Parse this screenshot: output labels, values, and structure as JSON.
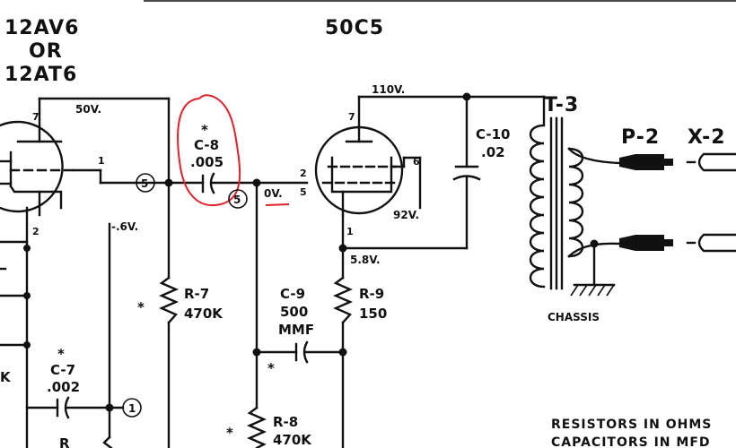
{
  "tubes": {
    "left_line1": "12AV6",
    "left_or": "OR",
    "left_line2": "12AT6",
    "right": "50C5"
  },
  "voltages": {
    "v50": "50V.",
    "vneg06": "-.6V.",
    "v110": "110V.",
    "v92": "92V.",
    "v58": "5.8V.",
    "v0": "0V."
  },
  "pins": {
    "l7": "7",
    "l1": "1",
    "l2": "2",
    "r7": "7",
    "r2": "2",
    "r5": "5",
    "r6": "6",
    "r1": "1"
  },
  "components": {
    "c8_star": "*",
    "c8_name": "C-8",
    "c8_value": ".005",
    "c10_name": "C-10",
    "c10_value": ".02",
    "r7_star": "*",
    "r7_name": "R-7",
    "r7_value": "470K",
    "c9_name": "C-9",
    "c9_value1": "500",
    "c9_value2": "MMF",
    "c9_star": "*",
    "r9_name": "R-9",
    "r9_value": "150",
    "c7_star": "*",
    "c7_name": "C-7",
    "c7_value": ".002",
    "r8_star": "*",
    "r8_name": "R-8",
    "r8_value": "470K",
    "left_k": "K"
  },
  "transformer": "T-3",
  "plug": "P-2",
  "jack": "X-2",
  "chassis": "CHASSIS",
  "test_points": {
    "tp5a": "5",
    "tp5b": "5",
    "tp1": "1"
  },
  "notes": {
    "line1": "RESISTORS IN OHMS",
    "line2": "CAPACITORS IN MFD"
  },
  "colors": {
    "ink": "#111111",
    "markup": "#e0202a",
    "paper": "#ffffff"
  }
}
